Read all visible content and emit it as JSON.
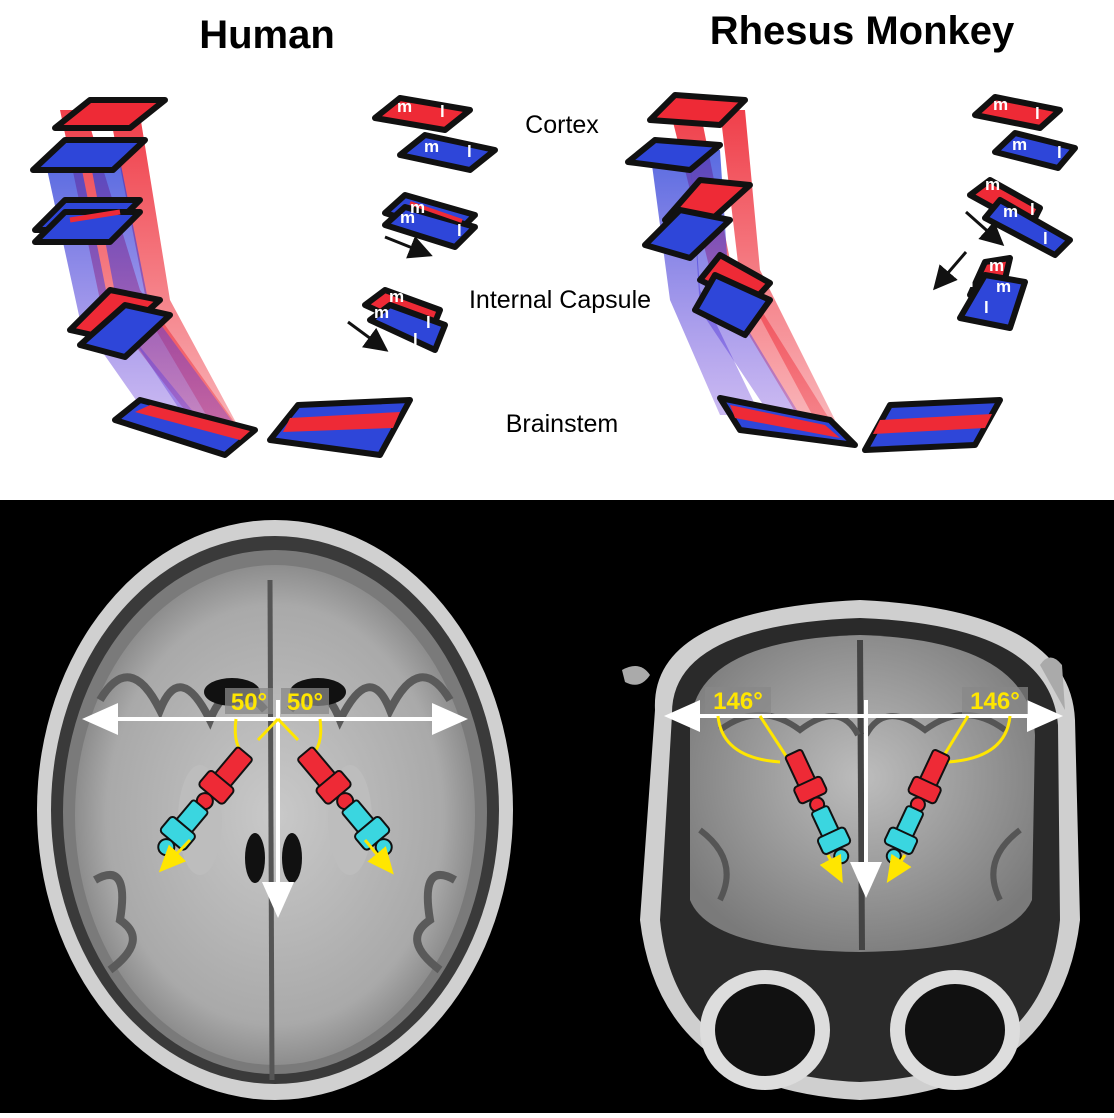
{
  "titles": {
    "human": "Human",
    "monkey": "Rhesus Monkey"
  },
  "levels": {
    "cortex": "Cortex",
    "capsule": "Internal Capsule",
    "brainstem": "Brainstem"
  },
  "fiber_labels": {
    "medial": "m",
    "lateral": "l"
  },
  "angles": {
    "human_left": "50°",
    "human_right": "50°",
    "monkey_left": "146°",
    "monkey_right": "146°"
  },
  "colors": {
    "red": "#ee2a36",
    "blue": "#2e46d9",
    "outline": "#111111",
    "cyan": "#3ad6e0",
    "yellow": "#ffe600",
    "white": "#ffffff",
    "background": "#000000"
  },
  "icons": [
    "arrow-icon",
    "body-figure-icon",
    "angle-arc-icon"
  ]
}
